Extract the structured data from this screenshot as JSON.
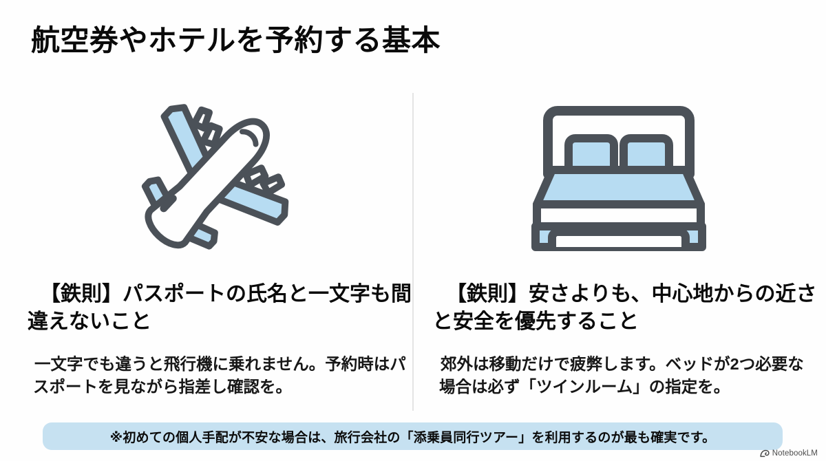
{
  "slide": {
    "title": "航空券やホテルを予約する基本",
    "background_color": "#fefefe",
    "accent_color": "#c6e1f1",
    "icon_outline_color": "#4b5158",
    "icon_fill_color": "#b7dcf2"
  },
  "columns": [
    {
      "icon": "airplane-icon",
      "heading": "【鉄則】パスポートの氏名と一文字も間違えないこと",
      "body": "一文字でも違うと飛行機に乗れません。予約時はパスポートを見ながら指差し確認を。"
    },
    {
      "icon": "bed-icon",
      "heading": "【鉄則】安さよりも、中心地からの近さと安全を優先すること",
      "body": "郊外は移動だけで疲弊します。ベッドが2つ必要な場合は必ず「ツインルーム」の指定を。"
    }
  ],
  "footer": {
    "note": "※初めての個人手配が不安な場合は、旅行会社の「添乗員同行ツアー」を利用するのが最も確実です。"
  },
  "watermark": {
    "label": "NotebookLM",
    "icon": "notebooklm-logo-icon"
  }
}
